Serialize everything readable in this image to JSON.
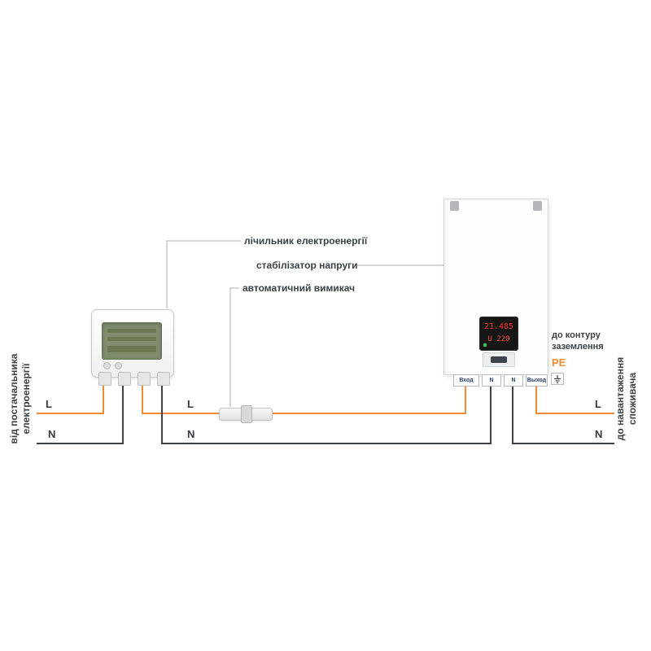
{
  "callouts": {
    "meter": "лічильник електроенергії",
    "stabilizer": "стабілізатор напруги",
    "breaker": "автоматичний вимикач"
  },
  "side_labels": {
    "supply_line1": "від постачальника",
    "supply_line2": "електроенергії",
    "load_line1": "до навантаження",
    "load_line2": "споживача"
  },
  "grounding": {
    "line1": "до контуру",
    "line2": "заземлення",
    "pe": "PE"
  },
  "wire_labels": {
    "l_supply": "L",
    "n_supply": "N",
    "l_mid": "L",
    "n_mid": "N",
    "l_load": "L",
    "n_load": "N"
  },
  "stabilizer": {
    "terminals": [
      "Вход",
      "N",
      "N",
      "Выход"
    ],
    "display": {
      "line1": "21.485",
      "line2": "U 220"
    }
  },
  "colors": {
    "line_orange": "#ef8b33",
    "line_dark": "#3e434a",
    "pe_orange": "#ef8b33"
  }
}
